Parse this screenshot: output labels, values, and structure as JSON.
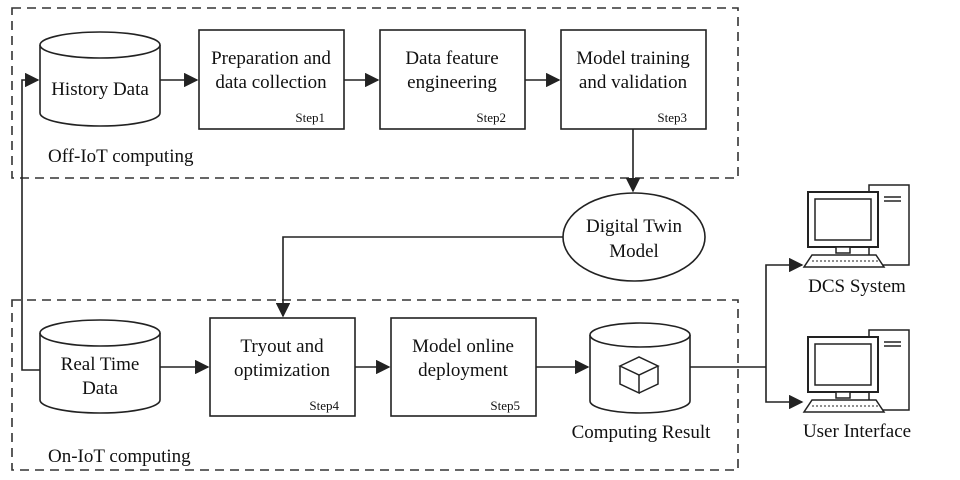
{
  "zones": {
    "off_iot": "Off-IoT  computing",
    "on_iot": "On-IoT computing"
  },
  "nodes": {
    "history_data": "History Data",
    "step1": {
      "line1": "Preparation and",
      "line2": "data collection",
      "step": "Step1"
    },
    "step2": {
      "line1": "Data feature",
      "line2": "engineering",
      "step": "Step2"
    },
    "step3": {
      "line1": "Model training",
      "line2": "and validation",
      "step": "Step3"
    },
    "digital_twin": {
      "line1": "Digital Twin",
      "line2": "Model"
    },
    "real_time_data": {
      "line1": "Real Time",
      "line2": "Data"
    },
    "step4": {
      "line1": "Tryout and",
      "line2": "optimization",
      "step": "Step4"
    },
    "step5": {
      "line1": "Model online",
      "line2": "deployment",
      "step": "Step5"
    },
    "computing_result": "Computing Result",
    "dcs_system": "DCS System",
    "user_interface": "User Interface"
  }
}
